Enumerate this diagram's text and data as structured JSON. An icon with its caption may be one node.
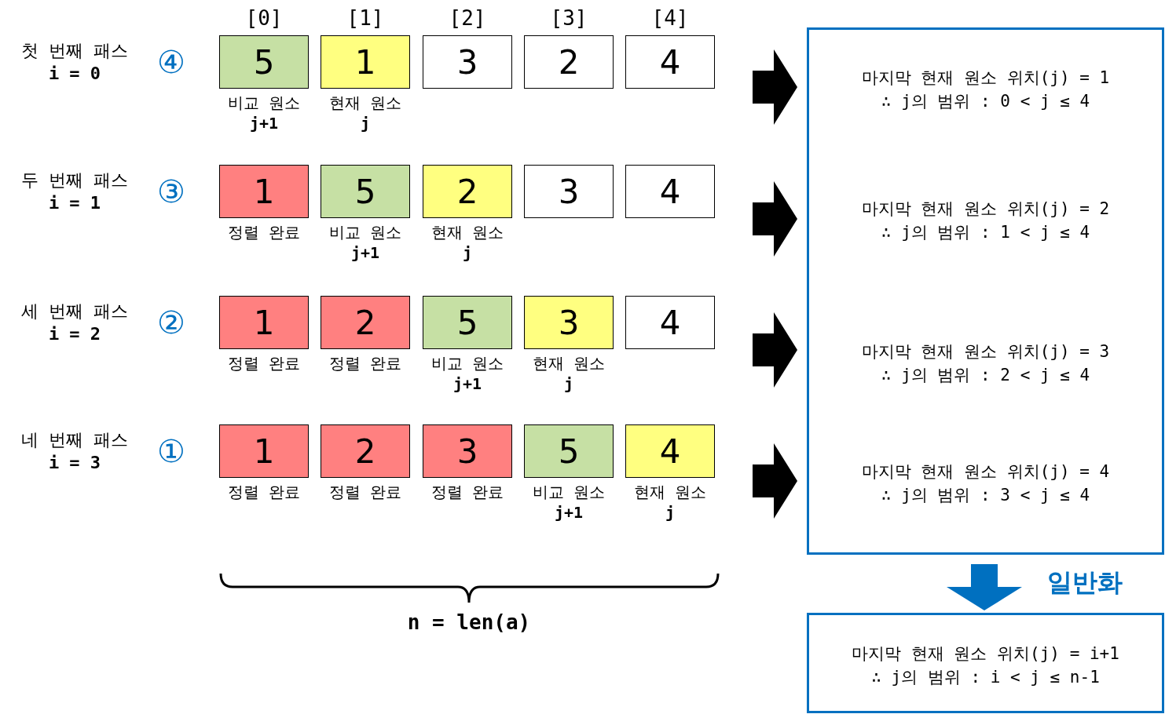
{
  "diagram": {
    "nodes": [
      {
        "text": [
          "5"
        ],
        "beside": [
          "비교 원소",
          "j+1"
        ]
      },
      {
        "text": [
          "1"
        ],
        "beside": [
          "현재 원소",
          "j"
        ]
      },
      {
        "text": [
          "3"
        ]
      },
      {
        "text": [
          "2"
        ]
      },
      {
        "text": [
          "4"
        ]
      },
      {
        "text": [
          "1"
        ],
        "beside": [
          "정렬 완료"
        ]
      },
      {
        "text": [
          "5"
        ],
        "beside": [
          "비교 원소",
          "j+1"
        ]
      },
      {
        "text": [
          "2"
        ],
        "beside": [
          "현재 원소",
          "j"
        ]
      },
      {
        "text": [
          "3"
        ]
      },
      {
        "text": [
          "4"
        ]
      },
      {
        "text": [
          "1"
        ],
        "beside": [
          "정렬 완료"
        ]
      },
      {
        "text": [
          "2"
        ],
        "beside": [
          "정렬 완료"
        ]
      },
      {
        "text": [
          "5"
        ],
        "beside": [
          "비교 원소",
          "j+1"
        ]
      },
      {
        "text": [
          "3"
        ],
        "beside": [
          "현재 원소",
          "j"
        ]
      },
      {
        "text": [
          "4"
        ]
      },
      {
        "text": [
          "1"
        ],
        "beside": [
          "정렬 완료"
        ]
      },
      {
        "text": [
          "2"
        ],
        "beside": [
          "정렬 완료"
        ]
      },
      {
        "text": [
          "3"
        ],
        "beside": [
          "정렬 완료"
        ]
      },
      {
        "text": [
          "5"
        ],
        "beside": [
          "비교 원소",
          "j+1"
        ]
      },
      {
        "text": [
          "4"
        ],
        "beside": [
          "현재 원소",
          "j"
        ]
      },
      {
        "text": [
          "마지막 현재 원소 위치(j) = 1",
          "∴ j의 범위 : 0 < j ≤ 4",
          "마지막 현재 원소 위치(j) = 2",
          "∴ j의 범위 : 1 < j ≤ 4",
          "마지막 현재 원소 위치(j) = 3",
          "∴ j의 범위 : 2 < j ≤ 4",
          "마지막 현재 원소 위치(j) = 4",
          "∴ j의 범위 : 3 < j ≤ 4"
        ]
      },
      {
        "text": [
          "마지막 현재 원소 위치(j) = i+1",
          "∴ j의 범위 : i < j ≤ n-1"
        ]
      }
    ],
    "edges": [
      {
        "from": null,
        "to": 20,
        "arrow": "to"
      },
      {
        "from": null,
        "to": 20,
        "arrow": "to"
      },
      {
        "from": null,
        "to": 20,
        "arrow": "to"
      },
      {
        "from": null,
        "to": 20,
        "arrow": "to"
      },
      {
        "from": 20,
        "to": 21,
        "arrow": "to",
        "label": "일반화",
        "color": "#0070c0"
      }
    ],
    "labels": [
      "[0]",
      "[1]",
      "[2]",
      "[3]",
      "[4]",
      "첫 번째 패스",
      "i = 0",
      "④",
      "두 번째 패스",
      "i = 1",
      "③",
      "세 번째 패스",
      "i = 2",
      "②",
      "네 번째 패스",
      "i = 3",
      "①",
      "n = len(a)"
    ]
  }
}
